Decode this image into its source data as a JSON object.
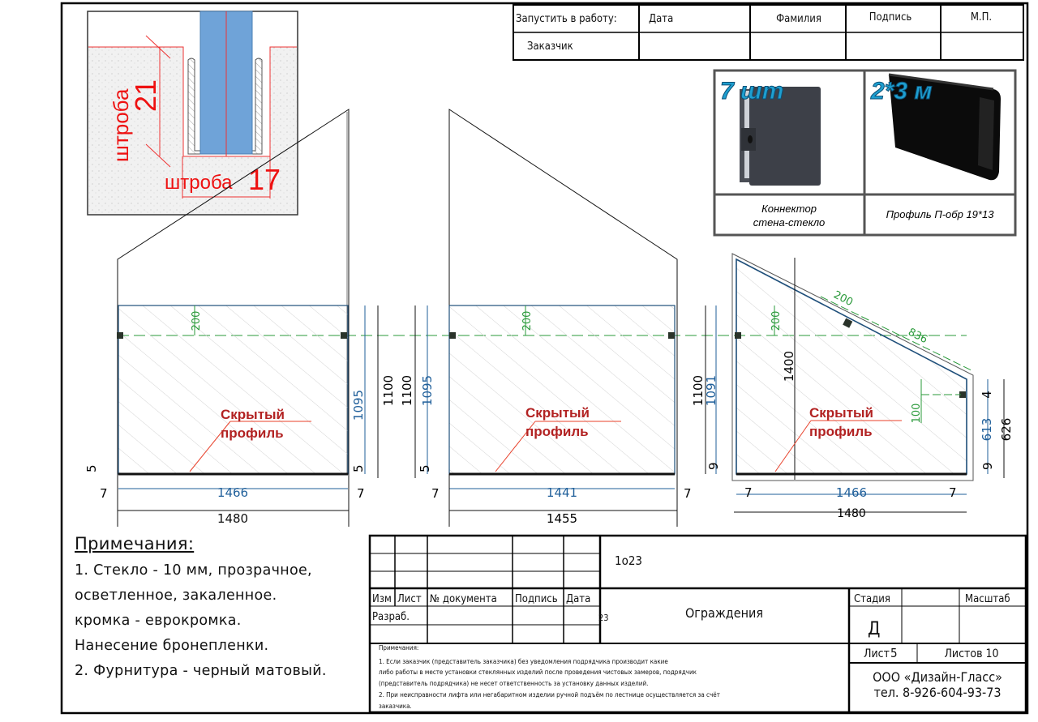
{
  "header_table": {
    "launch_label": "Запустить в работу:",
    "customer_label": "Заказчик",
    "columns": [
      "Дата",
      "Фамилия",
      "Подпись",
      "М.П."
    ]
  },
  "products": [
    {
      "qty": "7 шт",
      "caption_line1": "Коннектор",
      "caption_line2": "стена-стекло"
    },
    {
      "qty": "2*3 м",
      "caption_line1": "Профиль П-обр 19*13",
      "caption_line2": ""
    }
  ],
  "detail": {
    "vertical_label": "штроба",
    "vertical_value": "21",
    "horizontal_label": "штроба",
    "horizontal_value": "17"
  },
  "panels": [
    {
      "hidden_profile_1": "Скрытый",
      "hidden_profile_2": "профиль",
      "glass_width": "1466",
      "overall_width": "1480",
      "glass_height": "1095",
      "overall_height": "1100",
      "connector_offset": "200",
      "gap_left": "7",
      "gap_right": "7",
      "bottom_gap_left": "5",
      "bottom_gap_right": "5"
    },
    {
      "hidden_profile_1": "Скрытый",
      "hidden_profile_2": "профиль",
      "glass_width": "1441",
      "overall_width": "1455",
      "glass_height": "1095",
      "overall_height": "1100",
      "connector_offset": "200",
      "gap_left": "7",
      "gap_right": "7",
      "bottom_gap_left": "5"
    },
    {
      "hidden_profile_1": "Скрытый",
      "hidden_profile_2": "профиль",
      "glass_width": "1466",
      "overall_width": "1480",
      "glass_height": "1091",
      "overall_height": "1100",
      "connector_offset": "200",
      "gap_left": "7",
      "gap_right": "7",
      "bottom_gap_left": "9",
      "bottom_gap_right": "9",
      "slope_offset": "200",
      "slope_length": "836",
      "height_1400": "1400",
      "right_offset": "100",
      "right_top_gap": "4",
      "right_glass_height": "613",
      "right_overall_height": "626"
    }
  ],
  "notes": {
    "title": "Примечания:",
    "lines": [
      "1. Стекло - 10 мм, прозрачное,",
      "осветленное, закаленное.",
      "кромка - еврокромка.",
      "Нанесение бронепленки.",
      "2. Фурнитура - черный матовый."
    ]
  },
  "title_block": {
    "code": "1о23",
    "headers": [
      "Изм",
      "Лист",
      "№ документа",
      "Подпись",
      "Дата"
    ],
    "developer_label": "Разраб.",
    "date_value": "23",
    "project_name": "Ограждения",
    "stage_label": "Стадия",
    "scale_label": "Масштаб",
    "stage_value": "Д",
    "sheet_label": "Лист",
    "sheet_value": "5",
    "sheets_label": "Листов 10",
    "company": "ООО «Дизайн-Гласс»",
    "phone": "тел. 8-926-604-93-73",
    "notes_title": "Примечания:",
    "notes_lines": [
      "1. Если заказчик (представитель заказчика) без уведомления подрядчика производит какие",
      "либо работы в месте установки стеклянных изделий после проведения чистовых замеров, подрядчик",
      "(представитель подрядчика) не несет ответственность за установку данных изделий.",
      "2. При неисправности лифта или негабаритном изделии ручной подъём по лестнице осуществляется за счёт",
      "заказчика."
    ]
  },
  "colors": {
    "glass_blue": "#1f5f9a",
    "green": "#2a9a3a",
    "red_text": "#b22222",
    "red_line": "#e8402a",
    "qty_blue": "#1e9fd0"
  }
}
